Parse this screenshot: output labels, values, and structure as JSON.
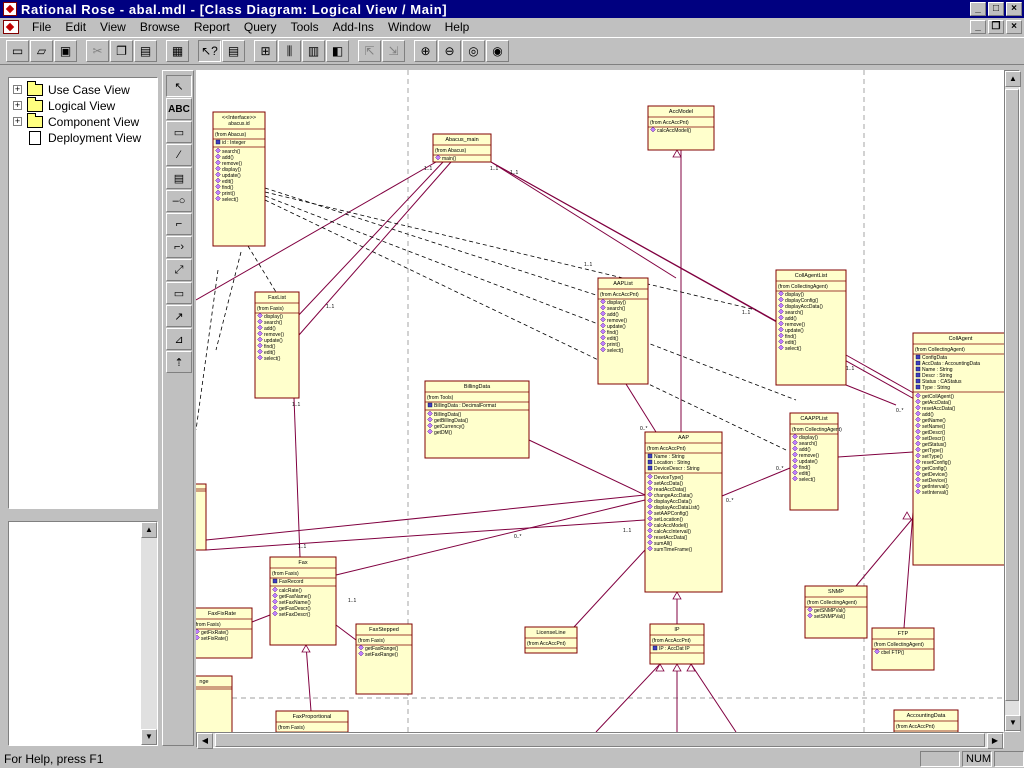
{
  "window": {
    "title": "Rational Rose - abal.mdl - [Class Diagram: Logical View / Main]"
  },
  "menu": [
    "File",
    "Edit",
    "View",
    "Browse",
    "Report",
    "Query",
    "Tools",
    "Add-Ins",
    "Window",
    "Help"
  ],
  "browser": {
    "items": [
      {
        "label": "Use Case View",
        "icon": "folder-icon",
        "expandable": true
      },
      {
        "label": "Logical View",
        "icon": "folder-icon",
        "expandable": true
      },
      {
        "label": "Component View",
        "icon": "folder-icon",
        "expandable": true
      },
      {
        "label": "Deployment View",
        "icon": "document-icon",
        "expandable": false
      }
    ]
  },
  "palette": {
    "text_tool": "ABC"
  },
  "status": {
    "help": "For Help, press F1",
    "num": "NUM"
  },
  "diagram": {
    "classes": [
      {
        "id": "iface",
        "title": "<<Interface>>",
        "sub": "abacus.id",
        "from": "(from Abacus)",
        "attrs": [
          "id : Integer"
        ],
        "ops": [
          "search()",
          "add()",
          "remove()",
          "display()",
          "update()",
          "edit()",
          "find()",
          "print()",
          "select()"
        ]
      },
      {
        "id": "abacus",
        "title": "Abacus_main",
        "from": "(from Abacus)",
        "attrs": [],
        "ops": [
          "main()"
        ]
      },
      {
        "id": "accmodel",
        "title": "AccModel",
        "from": "(from AccAccPnt)",
        "attrs": [],
        "ops": [
          "calcAccModel()"
        ]
      },
      {
        "id": "aaplist",
        "title": "AAPList",
        "from": "(from AccAccPnt)",
        "attrs": [],
        "ops": [
          "display()",
          "search()",
          "add()",
          "remove()",
          "update()",
          "find()",
          "edit()",
          "print()",
          "select()"
        ]
      },
      {
        "id": "collagentlist",
        "title": "CollAgentList",
        "from": "(from CollectingAgent)",
        "attrs": [],
        "ops": [
          "display()",
          "displayConfig()",
          "displayAccData()",
          "search()",
          "add()",
          "remove()",
          "update()",
          "find()",
          "edit()",
          "select()"
        ]
      },
      {
        "id": "collagent",
        "title": "CollAgent",
        "from": "(from CollectingAgent)",
        "attrs": [
          "ConfigData",
          "AccData : AccountingData",
          "Name : String",
          "Descr : String",
          "Status : CAStatus",
          "Type : String"
        ],
        "ops": [
          "getCollAgent()",
          "getAccData()",
          "resetAccData()",
          "add()",
          "getName()",
          "setName()",
          "getDescr()",
          "setDescr()",
          "getStatus()",
          "getType()",
          "setType()",
          "resetConfig()",
          "getConfig()",
          "getDevice()",
          "setDevice()",
          "getInterval()",
          "setInterval()"
        ]
      },
      {
        "id": "faxlist",
        "title": "FaxList",
        "from": "(from Faxis)",
        "attrs": [],
        "ops": [
          "display()",
          "search()",
          "add()",
          "remove()",
          "update()",
          "find()",
          "edit()",
          "select()"
        ]
      },
      {
        "id": "billing",
        "title": "BillingData",
        "from": "(from Tools)",
        "attrs": [
          "BillingData : DecimalFormat"
        ],
        "ops": [
          "BillingData()",
          "getBillingData()",
          "getCurrency()",
          "getDM()"
        ]
      },
      {
        "id": "aap",
        "title": "AAP",
        "from": "(from AccAccPnt)",
        "attrs": [
          "Name : String",
          "Location : String",
          "DeviceDescr : String"
        ],
        "ops": [
          "DeviceType()",
          "setAccData()",
          "readAccData()",
          "changeAccData()",
          "displayAccData()",
          "displayAccDataList()",
          "setAAPConfig()",
          "setLocation()",
          "calcAccModel()",
          "calcAccInterval()",
          "resetAccData()",
          "sumAll()",
          "sumTimeFrame()"
        ]
      },
      {
        "id": "caapplist",
        "title": "CAAPPList",
        "from": "(from CollectingAgent)",
        "attrs": [],
        "ops": [
          "display()",
          "search()",
          "add()",
          "remove()",
          "update()",
          "find()",
          "edit()",
          "select()"
        ]
      },
      {
        "id": "fax",
        "title": "Fax",
        "from": "(from Faxis)",
        "attrs": [
          "FaxRecord"
        ],
        "ops": [
          "calcRate()",
          "getFaxName()",
          "setFaxName()",
          "getFaxDescr()",
          "setFaxDescr()"
        ]
      },
      {
        "id": "faxfixrate",
        "title": "FaxFixRate",
        "from": "(from Faxis)",
        "attrs": [],
        "ops": [
          "getFixRate()",
          "setFixRate()"
        ]
      },
      {
        "id": "faxstepped",
        "title": "FaxStepped",
        "from": "(from Faxis)",
        "attrs": [],
        "ops": [
          "getFaxRange()",
          "setFaxRange()"
        ]
      },
      {
        "id": "faxprop",
        "title": "FaxProportional",
        "from": "(from Faxis)",
        "attrs": [],
        "ops": []
      },
      {
        "id": "license",
        "title": "LicenseLine",
        "from": "(from AccAccPnt)",
        "attrs": [],
        "ops": []
      },
      {
        "id": "ip",
        "title": "IP",
        "from": "(from AccAccPnt)",
        "attrs": [
          "IP : AccDat IP"
        ],
        "ops": []
      },
      {
        "id": "snmp",
        "title": "SNMP",
        "from": "(from CollectingAgent)",
        "attrs": [],
        "ops": [
          "getSNMPVal()",
          "setSNMPVal()"
        ]
      },
      {
        "id": "ftp",
        "title": "FTP",
        "from": "(from CollectingAgent)",
        "attrs": [],
        "ops": [
          "cbel FTP()"
        ]
      },
      {
        "id": "accdata",
        "title": "AccountingData",
        "from": "(from AccAccPnt)",
        "attrs": [],
        "ops": []
      },
      {
        "id": "partial1",
        "title": "",
        "from": "",
        "attrs": [],
        "ops": []
      },
      {
        "id": "partial2",
        "title": "nge",
        "from": "",
        "attrs": [],
        "ops": []
      }
    ],
    "multiplicities": [
      "1..1",
      "1..1",
      "1..1",
      "1..1",
      "1..1",
      "1..1",
      "1..1",
      "1..1",
      "0..*",
      "0..*",
      "0..*",
      "0..*",
      "1..1",
      "1..1",
      "1..1",
      "0..*",
      "1..1"
    ]
  }
}
